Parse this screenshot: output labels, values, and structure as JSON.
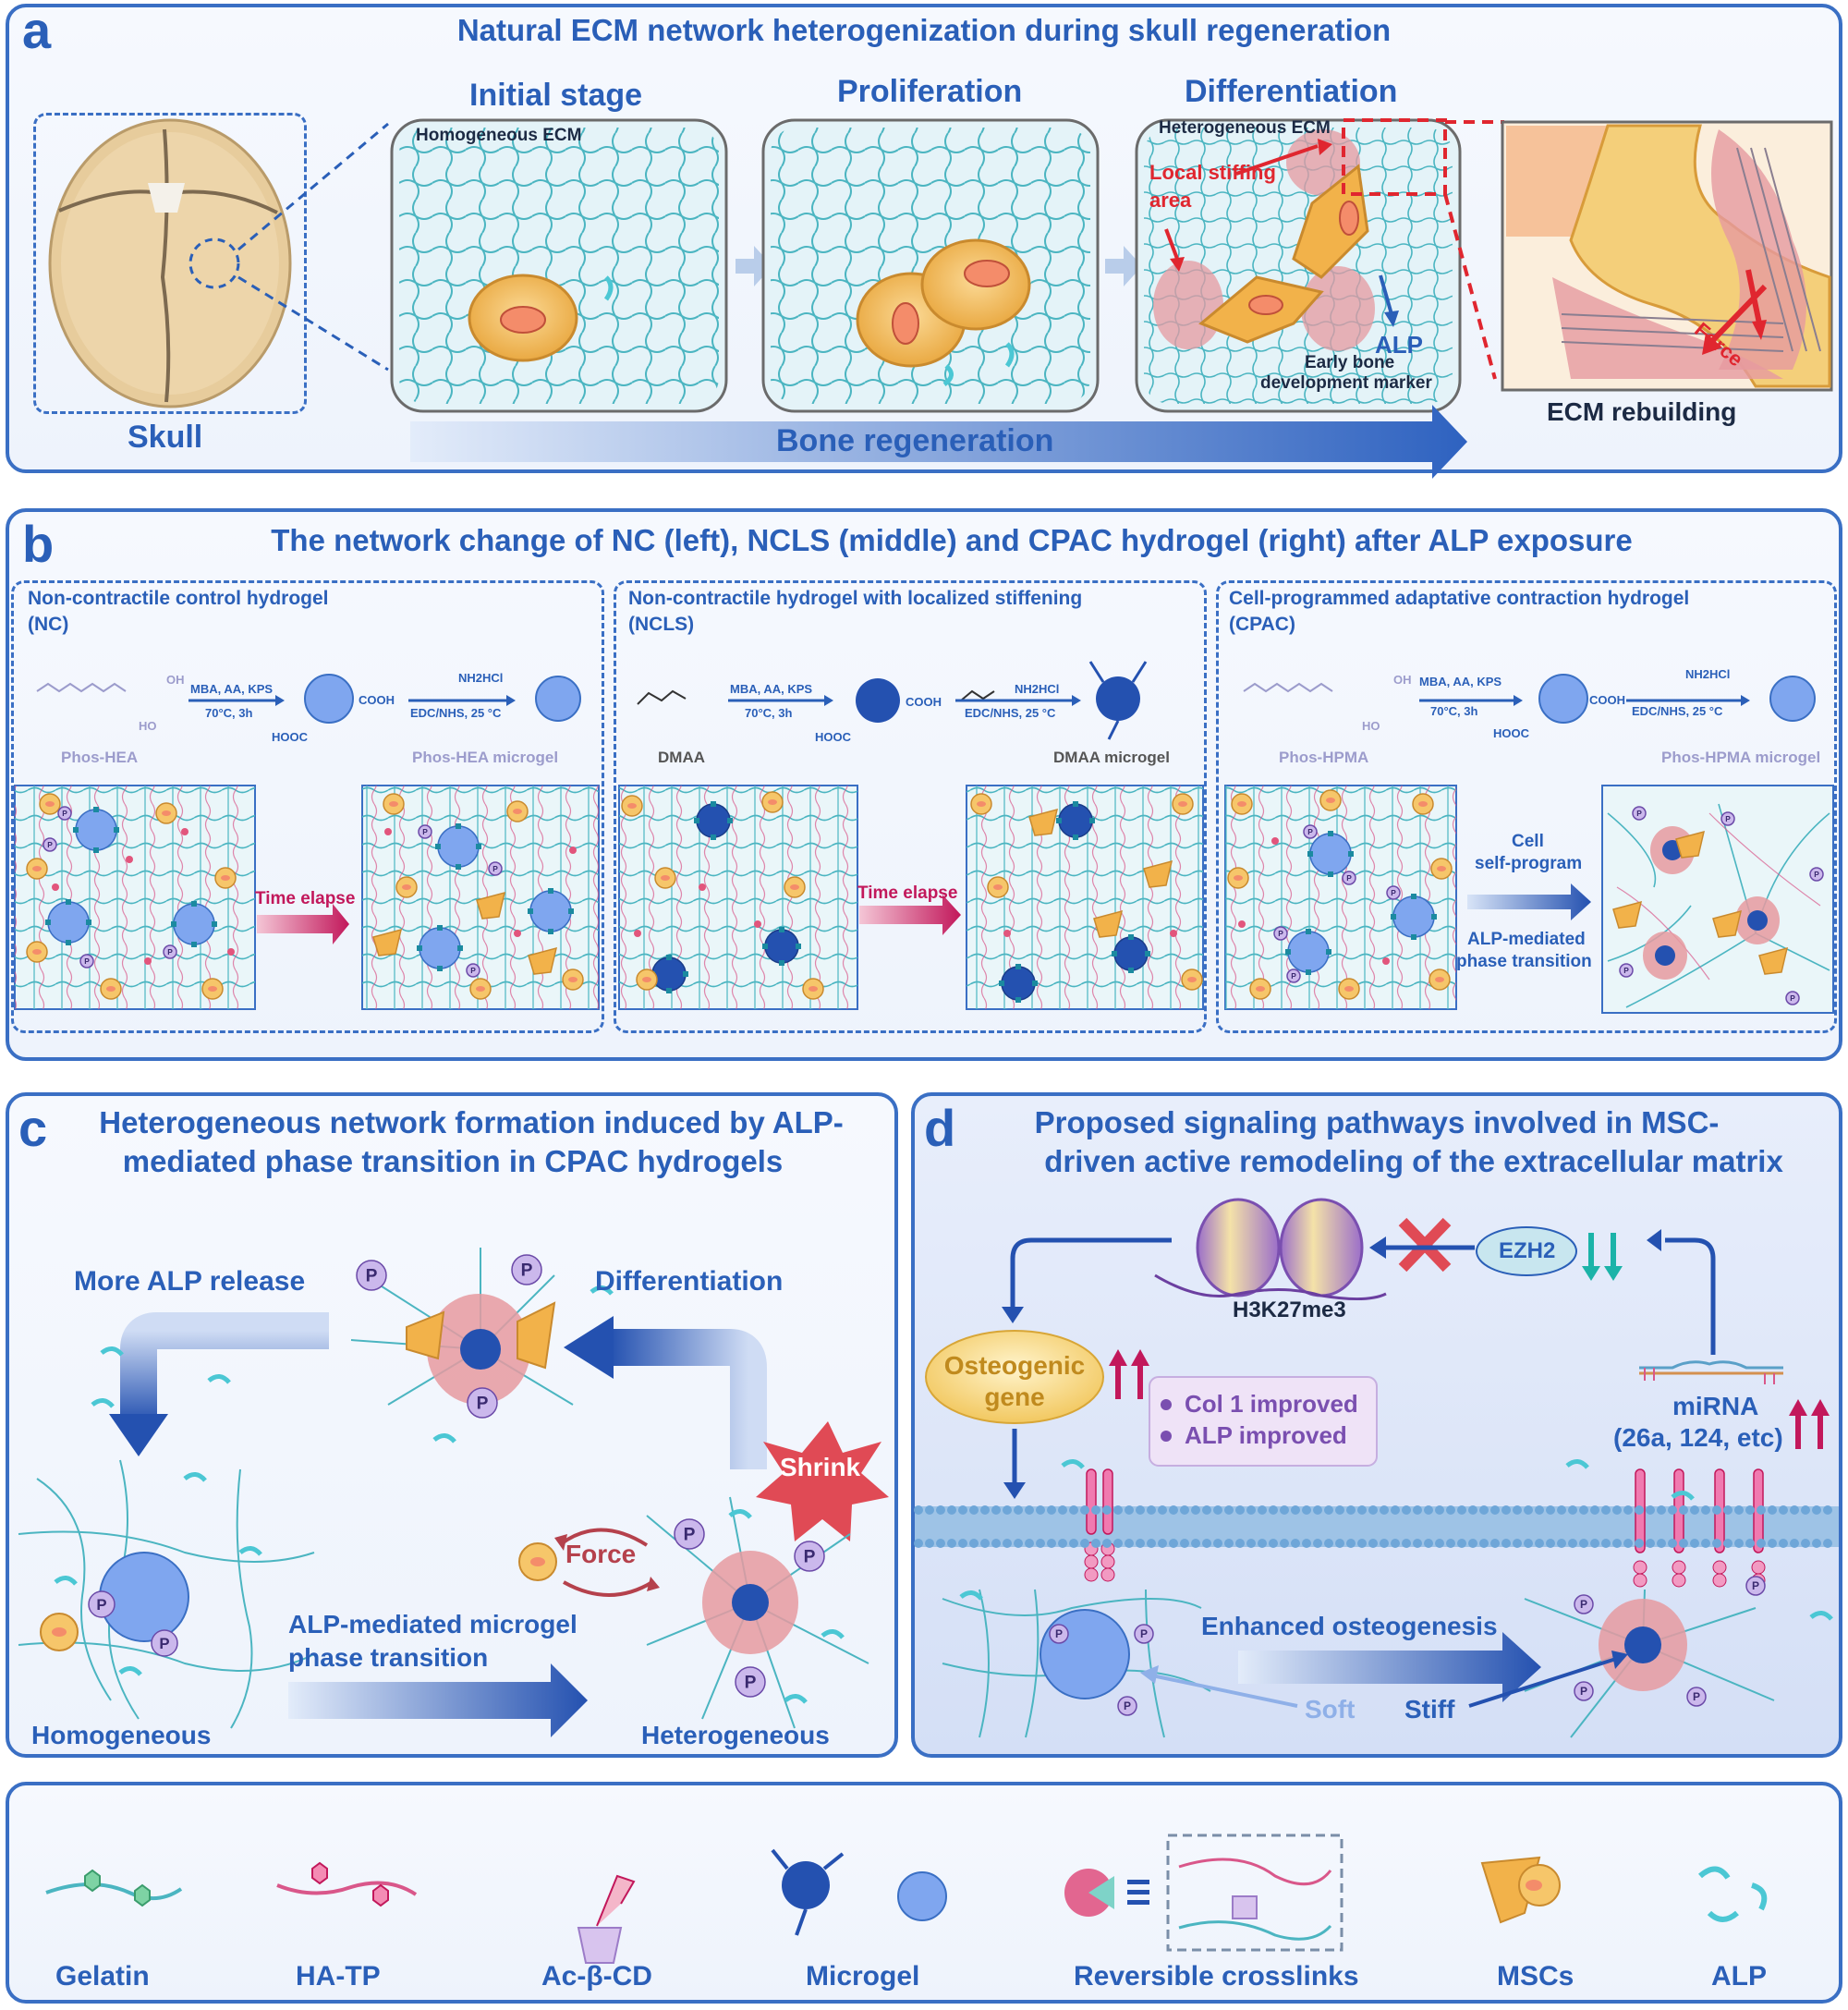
{
  "panel_a": {
    "label": "a",
    "title": "Natural ECM network heterogenization during skull regeneration",
    "skull_label": "Skull",
    "stage1": "Initial stage",
    "stage2": "Proliferation",
    "stage3": "Differentiation",
    "homogeneous_ecm": "Homogeneous ECM",
    "heterogeneous_ecm": "Heterogeneous ECM",
    "local_stiffing": "Local stiffing",
    "area": "area",
    "alp": "ALP",
    "early_bone": "Early bone",
    "dev_marker": "development marker",
    "force": "Force",
    "ecm_rebuilding": "ECM rebuilding",
    "bone_regeneration": "Bone regeneration"
  },
  "panel_b": {
    "label": "b",
    "title": "The network change of NC (left), NCLS (middle) and CPAC hydrogel (right) after ALP exposure",
    "nc": {
      "title1": "Non-contractile control hydrogel",
      "title2": "(NC)",
      "monomer": "Phos-HEA",
      "microgel": "Phos-HEA microgel",
      "arrow_label": "Time elapse"
    },
    "ncls": {
      "title1": "Non-contractile hydrogel with localized stiffening",
      "title2": "(NCLS)",
      "monomer": "DMAA",
      "microgel": "DMAA microgel",
      "arrow_label": "Time elapse"
    },
    "cpac": {
      "title1": "Cell-programmed adaptative contraction hydrogel",
      "title2": "(CPAC)",
      "monomer": "Phos-HPMA",
      "microgel": "Phos-HPMA microgel",
      "label_top1": "Cell",
      "label_top2": "self-program",
      "label_bot1": "ALP-mediated",
      "label_bot2": "phase transition"
    },
    "reagents1": "MBA, AA, KPS",
    "cond1": "70°C, 3h",
    "reagents2": "NH2HCl",
    "cond2": "EDC/NHS, 25 °C",
    "cooh": "COOH",
    "hooc": "HOOC",
    "oh": "OH",
    "ho": "HO",
    "p": "P"
  },
  "panel_c": {
    "label": "c",
    "title1": "Heterogeneous network formation induced by ALP-",
    "title2": "mediated phase transition in CPAC hydrogels",
    "more_alp": "More ALP release",
    "differentiation": "Differentiation",
    "shrink": "Shrink",
    "force": "Force",
    "transition1": "ALP-mediated microgel",
    "transition2": "phase transition",
    "homogeneous": "Homogeneous",
    "heterogeneous": "Heterogeneous"
  },
  "panel_d": {
    "label": "d",
    "title1": "Proposed signaling pathways involved in MSC-",
    "title2": "driven active remodeling of the extracellular matrix",
    "h3k27me3": "H3K27me3",
    "ezh2": "EZH2",
    "osteogenic1": "Osteogenic",
    "osteogenic2": "gene",
    "col1": "Col 1 improved",
    "alp_improved": "ALP improved",
    "mirna1": "miRNA",
    "mirna2": "(26a, 124, etc)",
    "enhanced": "Enhanced osteogenesis",
    "soft": "Soft",
    "stiff": "Stiff"
  },
  "legend": {
    "items": [
      "Gelatin",
      "HA-TP",
      "Ac-β-CD",
      "Microgel",
      "Reversible crosslinks",
      "MSCs",
      "ALP"
    ]
  },
  "colors": {
    "accent_blue": "#2a5fb8",
    "gelatin": "#4bb5c1",
    "ha_tp": "#d9578a",
    "microgel_light": "#7fa6ef",
    "microgel_dark": "#2451b0",
    "cell": "#f2b24a",
    "red": "#e0262f"
  }
}
